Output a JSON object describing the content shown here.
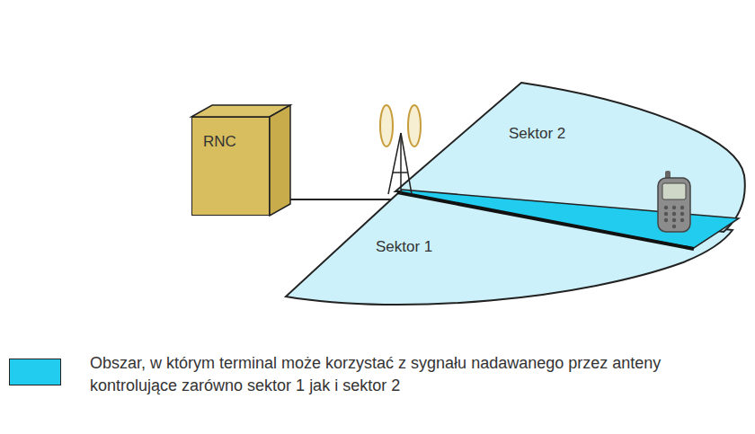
{
  "diagram": {
    "nodes": [
      {
        "text": [
          "RNC"
        ]
      },
      {
        "text": [
          "Sektor 2"
        ]
      },
      {
        "text": [
          "Sektor 1"
        ]
      }
    ],
    "legend": [
      {
        "text": "Obszar, w którym terminal może korzystać z sygnału nadawanego przez anteny kontrolujące zarówno sektor 1 jak i sektor 2",
        "color": "#22ccee"
      }
    ]
  }
}
